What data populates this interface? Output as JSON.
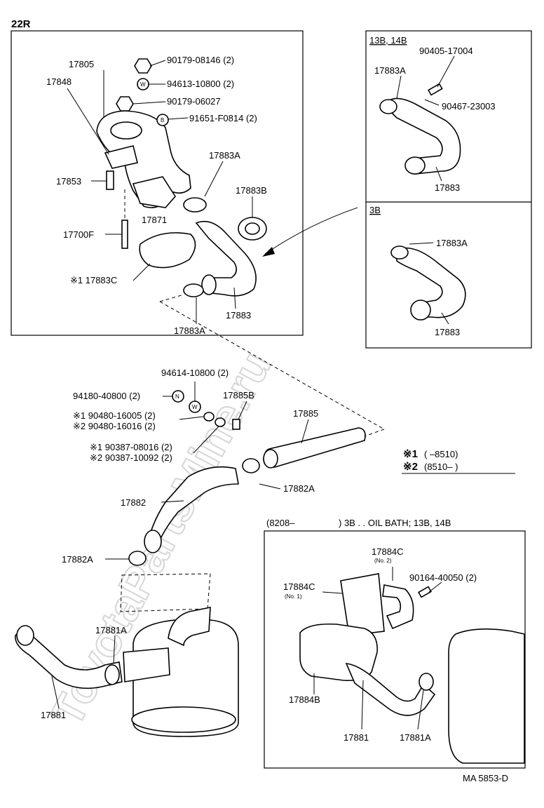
{
  "diagram": {
    "model_label": "22R",
    "box_13b14b_label": "13B, 14B",
    "box_3b_label": "3B",
    "bottom_box_header_left": "(8208–",
    "bottom_box_header_right": ") 3B . . OIL BATH; 13B, 14B",
    "legend_1_mark": "※1",
    "legend_1_text": "(         –8510)",
    "legend_2_mark": "※2",
    "legend_2_text": "(8510–         )",
    "footer_code": "MA 5853-D",
    "watermark": "ToyotaPartsMine.ru"
  },
  "labels": {
    "p17805": "17805",
    "p17848": "17848",
    "p90179_08146": "90179-08146 (2)",
    "p94613_10800": "94613-10800 (2)",
    "p90179_06027": "90179-06027",
    "p91651_f0814": "91651-F0814 (2)",
    "p17883a_top": "17883A",
    "p17853": "17853",
    "p17883b": "17883B",
    "p17871": "17871",
    "p17700f": "17700F",
    "p117883c": "※1 17883C",
    "p17883_main": "17883",
    "p17883a_bottom": "17883A",
    "r13_90405": "90405-17004",
    "r13_17883a": "17883A",
    "r13_90467": "90467-23003",
    "r13_17883": "17883",
    "r3b_17883a": "17883A",
    "r3b_17883": "17883",
    "m94614": "94614-10800 (2)",
    "m94180": "94180-40800 (2)",
    "m17885b": "17885B",
    "m17885": "17885",
    "m90480_16005": "※1  90480-16005 (2)",
    "m90480_16016": "※2  90480-16016 (2)",
    "m90387_08016": "※1  90387-08016 (2)",
    "m90387_10092": "※2  90387-10092 (2)",
    "m17882": "17882",
    "m17882a_right": "17882A",
    "m17882a_left": "17882A",
    "b17881a": "17881A",
    "b17881": "17881",
    "bb17884c_no2": "17884C",
    "bb17884c_no2_sub": "(No. 2)",
    "bb17884c_no1": "17884C",
    "bb17884c_no1_sub": "(No. 1)",
    "bb90164": "90164-40050 (2)",
    "bb17884b": "17884B",
    "bb17881": "17881",
    "bb17881a": "17881A"
  },
  "markers": {
    "nut_w": "W",
    "bolt_b": "B",
    "nut_n": "N",
    "washer_w": "W"
  }
}
